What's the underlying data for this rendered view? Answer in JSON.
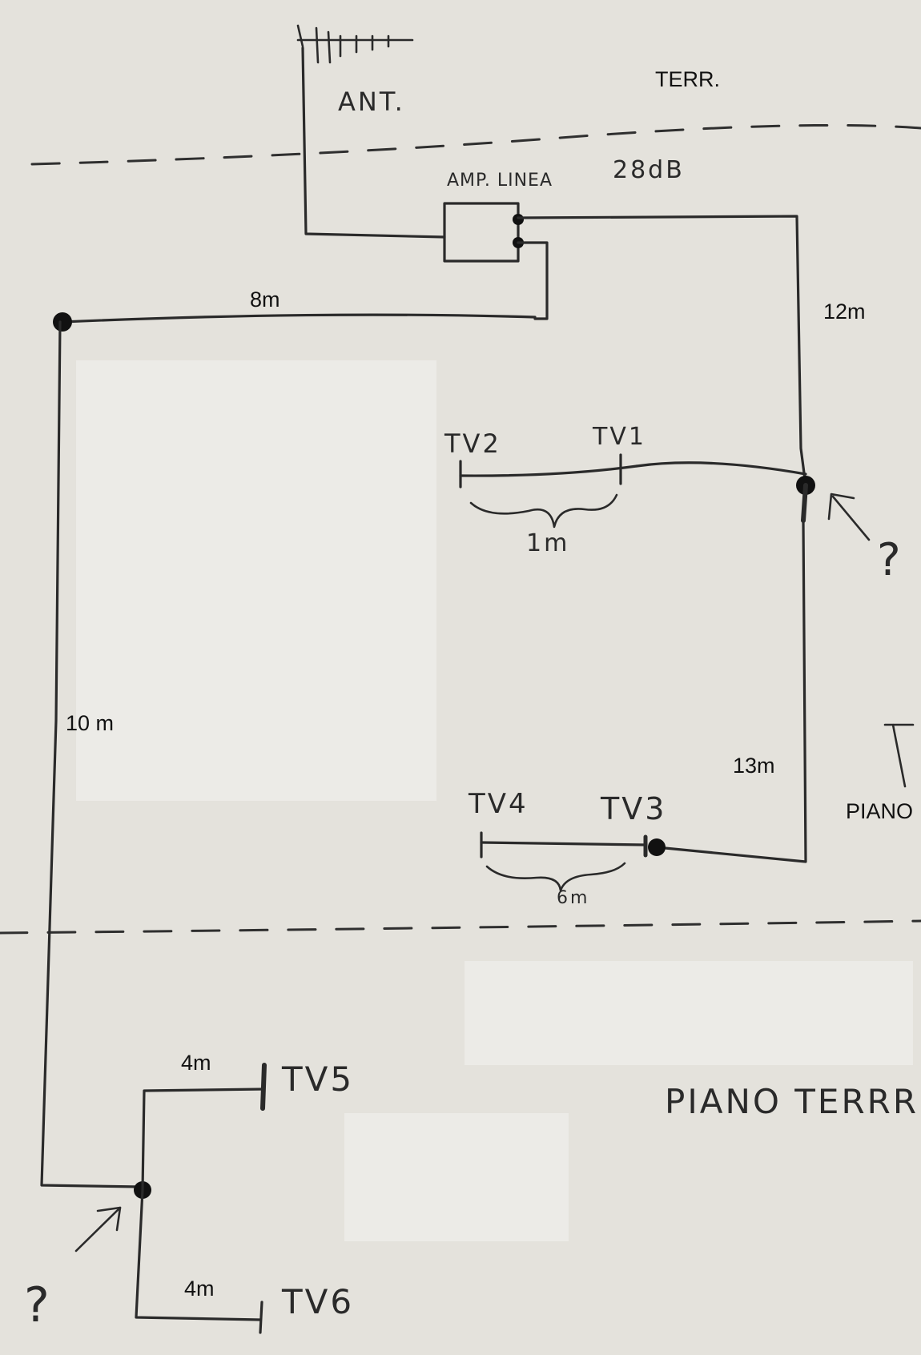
{
  "labels": {
    "terr_top": "TERR.",
    "ant": "ANT.",
    "amp": "AMP. LINEA",
    "gain": "28dB",
    "len_8m": "8m",
    "len_12m": "12m",
    "len_10m": "10 m",
    "len_13m": "13m",
    "len_1m": "1m",
    "len_6m": "6m",
    "len_4m_a": "4m",
    "len_4m_b": "4m",
    "tv1": "TV1",
    "tv2": "TV2",
    "tv3": "TV3",
    "tv4": "TV4",
    "tv5": "TV5",
    "tv6": "TV6",
    "piano": "PIANO",
    "piano_terra": "PIANO TERRR",
    "question_right": "?",
    "question_left": "?"
  }
}
